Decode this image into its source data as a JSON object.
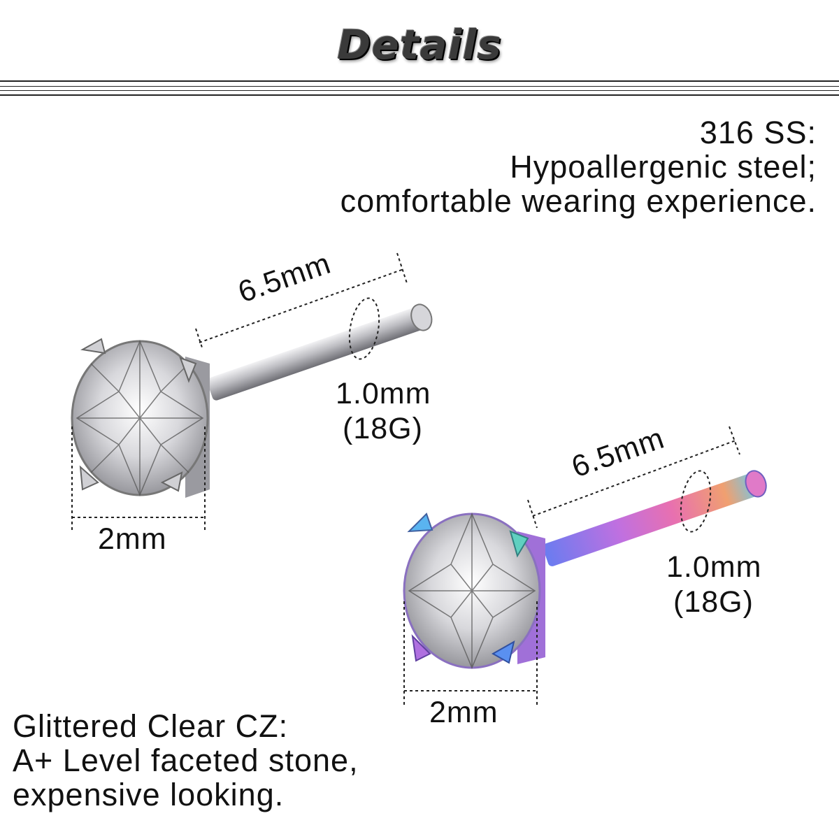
{
  "header": {
    "title": "Details"
  },
  "material": {
    "lines": [
      "316 SS:",
      "Hypoallergenic steel;",
      "comfortable wearing experience."
    ]
  },
  "stone": {
    "lines": [
      "Glittered Clear CZ:",
      "A+ Level faceted stone,",
      "expensive looking."
    ]
  },
  "silver_stud": {
    "length": "6.5mm",
    "gauge_line1": "1.0mm",
    "gauge_line2": "(18G)",
    "diameter": "2mm"
  },
  "rainbow_stud": {
    "length": "6.5mm",
    "gauge_line1": "1.0mm",
    "gauge_line2": "(18G)",
    "diameter": "2mm"
  },
  "colors": {
    "silver": "#c8c8cc",
    "rainbow": [
      "#5ab4f0",
      "#a070e0",
      "#e060c0",
      "#f09070",
      "#60d0c0"
    ]
  }
}
